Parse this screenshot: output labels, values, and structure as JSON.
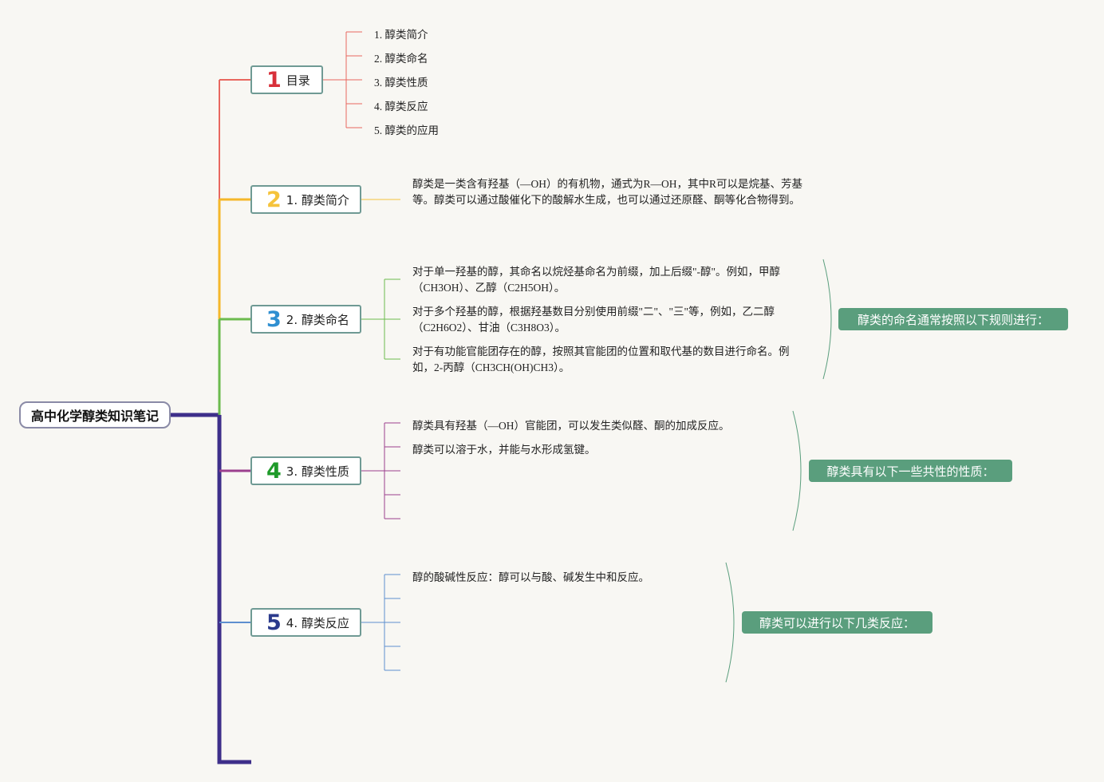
{
  "root": {
    "title": "高中化学醇类知识笔记"
  },
  "topics": [
    {
      "num": "1",
      "label": "目录",
      "color": "#e8675f"
    },
    {
      "num": "2",
      "label": "1. 醇类简介",
      "color": "#f5c33b"
    },
    {
      "num": "3",
      "label": "2. 醇类命名",
      "color": "#2f8fd1"
    },
    {
      "num": "4",
      "label": "3. 醇类性质",
      "color": "#1f9a2a"
    },
    {
      "num": "5",
      "label": "4. 醇类反应",
      "color": "#3a3a8c"
    }
  ],
  "toc": [
    "1. 醇类简介",
    "2. 醇类命名",
    "3. 醇类性质",
    "4. 醇类反应",
    "5. 醇类的应用"
  ],
  "intro": {
    "text": "醇类是一类含有羟基（—OH）的有机物，通式为R—OH，其中R可以是烷基、芳基等。醇类可以通过酸催化下的酸解水生成，也可以通过还原醛、酮等化合物得到。"
  },
  "naming": {
    "items": [
      "对于单一羟基的醇，其命名以烷烃基命名为前缀，加上后缀\"-醇\"。例如，甲醇（CH3OH）、乙醇（C2H5OH）。",
      "对于多个羟基的醇，根据羟基数目分别使用前缀\"二\"、\"三\"等，例如，乙二醇（C2H6O2）、甘油（C3H8O3）。",
      "对于有功能官能团存在的醇，按照其官能团的位置和取代基的数目进行命名。例如，2-丙醇（CH3CH(OH)CH3）。"
    ],
    "summary": "醇类的命名通常按照以下规则进行："
  },
  "properties": {
    "items": [
      "醇类具有羟基（—OH）官能团，可以发生类似醛、酮的加成反应。",
      "醇类可以溶于水，并能与水形成氢键。"
    ],
    "summary": "醇类具有以下一些共性的性质："
  },
  "reactions": {
    "items": [
      "醇的酸碱性反应：醇可以与酸、碱发生中和反应。"
    ],
    "summary": "醇类可以进行以下几类反应："
  },
  "colors": {
    "trunk": "#3e2f8a",
    "branch1": "#e8675f",
    "branch2": "#f5b72a",
    "branch3": "#6cbb4e",
    "branch4": "#9b3f8e",
    "branch5": "#5e8fcf",
    "summary_bg": "#5a9e7d",
    "bracket": "#5a9e7d"
  }
}
